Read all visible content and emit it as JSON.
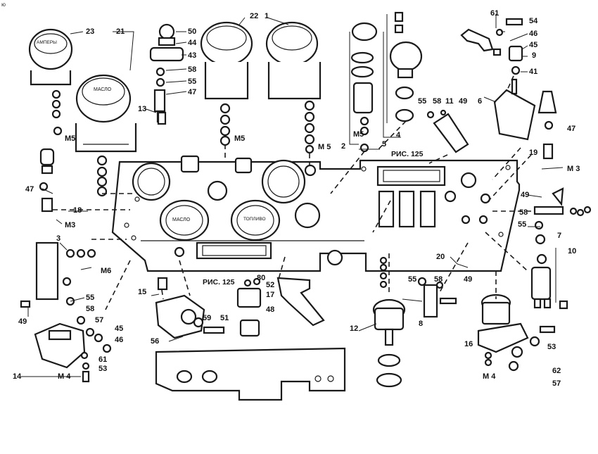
{
  "corner_mark": "ю",
  "callouts": [
    {
      "id": "c23",
      "text": "23"
    },
    {
      "id": "c21",
      "text": "21"
    },
    {
      "id": "c22",
      "text": "22"
    },
    {
      "id": "c1",
      "text": "1"
    },
    {
      "id": "c50",
      "text": "50"
    },
    {
      "id": "c44",
      "text": "44"
    },
    {
      "id": "c43",
      "text": "43"
    },
    {
      "id": "c58a",
      "text": "58"
    },
    {
      "id": "c55a",
      "text": "55"
    },
    {
      "id": "c47a",
      "text": "47"
    },
    {
      "id": "c13",
      "text": "13"
    },
    {
      "id": "cM5a",
      "text": "M5"
    },
    {
      "id": "cM5b",
      "text": "M5"
    },
    {
      "id": "cM5c",
      "text": "M 5"
    },
    {
      "id": "cM5d",
      "text": "M5"
    },
    {
      "id": "c2",
      "text": "2"
    },
    {
      "id": "c4",
      "text": "4"
    },
    {
      "id": "c5",
      "text": "5"
    },
    {
      "id": "cris125a",
      "text": "РИС. 125"
    },
    {
      "id": "c61a",
      "text": "61"
    },
    {
      "id": "c54",
      "text": "54"
    },
    {
      "id": "c46a",
      "text": "46"
    },
    {
      "id": "c45a",
      "text": "45"
    },
    {
      "id": "c9",
      "text": "9"
    },
    {
      "id": "c41",
      "text": "41"
    },
    {
      "id": "c55b",
      "text": "55"
    },
    {
      "id": "c58b",
      "text": "58"
    },
    {
      "id": "c11",
      "text": "11"
    },
    {
      "id": "c49a",
      "text": "49"
    },
    {
      "id": "c6",
      "text": "6"
    },
    {
      "id": "c47b",
      "text": "47"
    },
    {
      "id": "c19",
      "text": "19"
    },
    {
      "id": "cM3a",
      "text": "M 3"
    },
    {
      "id": "c47c",
      "text": "47"
    },
    {
      "id": "c18",
      "text": "18"
    },
    {
      "id": "cM3b",
      "text": "M3"
    },
    {
      "id": "c3",
      "text": "3"
    },
    {
      "id": "cM6",
      "text": "M6"
    },
    {
      "id": "c55c",
      "text": "55"
    },
    {
      "id": "c58c",
      "text": "58"
    },
    {
      "id": "c49b",
      "text": "49"
    },
    {
      "id": "c49c",
      "text": "49"
    },
    {
      "id": "c58d",
      "text": "58"
    },
    {
      "id": "c55d",
      "text": "55"
    },
    {
      "id": "c7",
      "text": "7"
    },
    {
      "id": "c10",
      "text": "10"
    },
    {
      "id": "c20",
      "text": "20"
    },
    {
      "id": "c55e",
      "text": "55"
    },
    {
      "id": "c58e",
      "text": "58"
    },
    {
      "id": "c49d",
      "text": "49"
    },
    {
      "id": "c8",
      "text": "8"
    },
    {
      "id": "c15",
      "text": "15"
    },
    {
      "id": "cris125b",
      "text": "РИС. 125"
    },
    {
      "id": "c80",
      "text": "80"
    },
    {
      "id": "c52",
      "text": "52"
    },
    {
      "id": "c17",
      "text": "17"
    },
    {
      "id": "c48",
      "text": "48"
    },
    {
      "id": "c56",
      "text": "56"
    },
    {
      "id": "c59",
      "text": "59"
    },
    {
      "id": "c51",
      "text": "51"
    },
    {
      "id": "c57a",
      "text": "57"
    },
    {
      "id": "c45b",
      "text": "45"
    },
    {
      "id": "c46b",
      "text": "46"
    },
    {
      "id": "c61b",
      "text": "61"
    },
    {
      "id": "c53a",
      "text": "53"
    },
    {
      "id": "c14",
      "text": "14"
    },
    {
      "id": "cM4a",
      "text": "M 4"
    },
    {
      "id": "c12",
      "text": "12"
    },
    {
      "id": "c16",
      "text": "16"
    },
    {
      "id": "c53b",
      "text": "53"
    },
    {
      "id": "c62",
      "text": "62"
    },
    {
      "id": "c57b",
      "text": "57"
    },
    {
      "id": "cM4b",
      "text": "M 4"
    }
  ],
  "gauges": {
    "oil_pressure": "МАСЛО",
    "fuel": "ТОПЛИВО",
    "ammeter": "АМПЕРЫ"
  }
}
